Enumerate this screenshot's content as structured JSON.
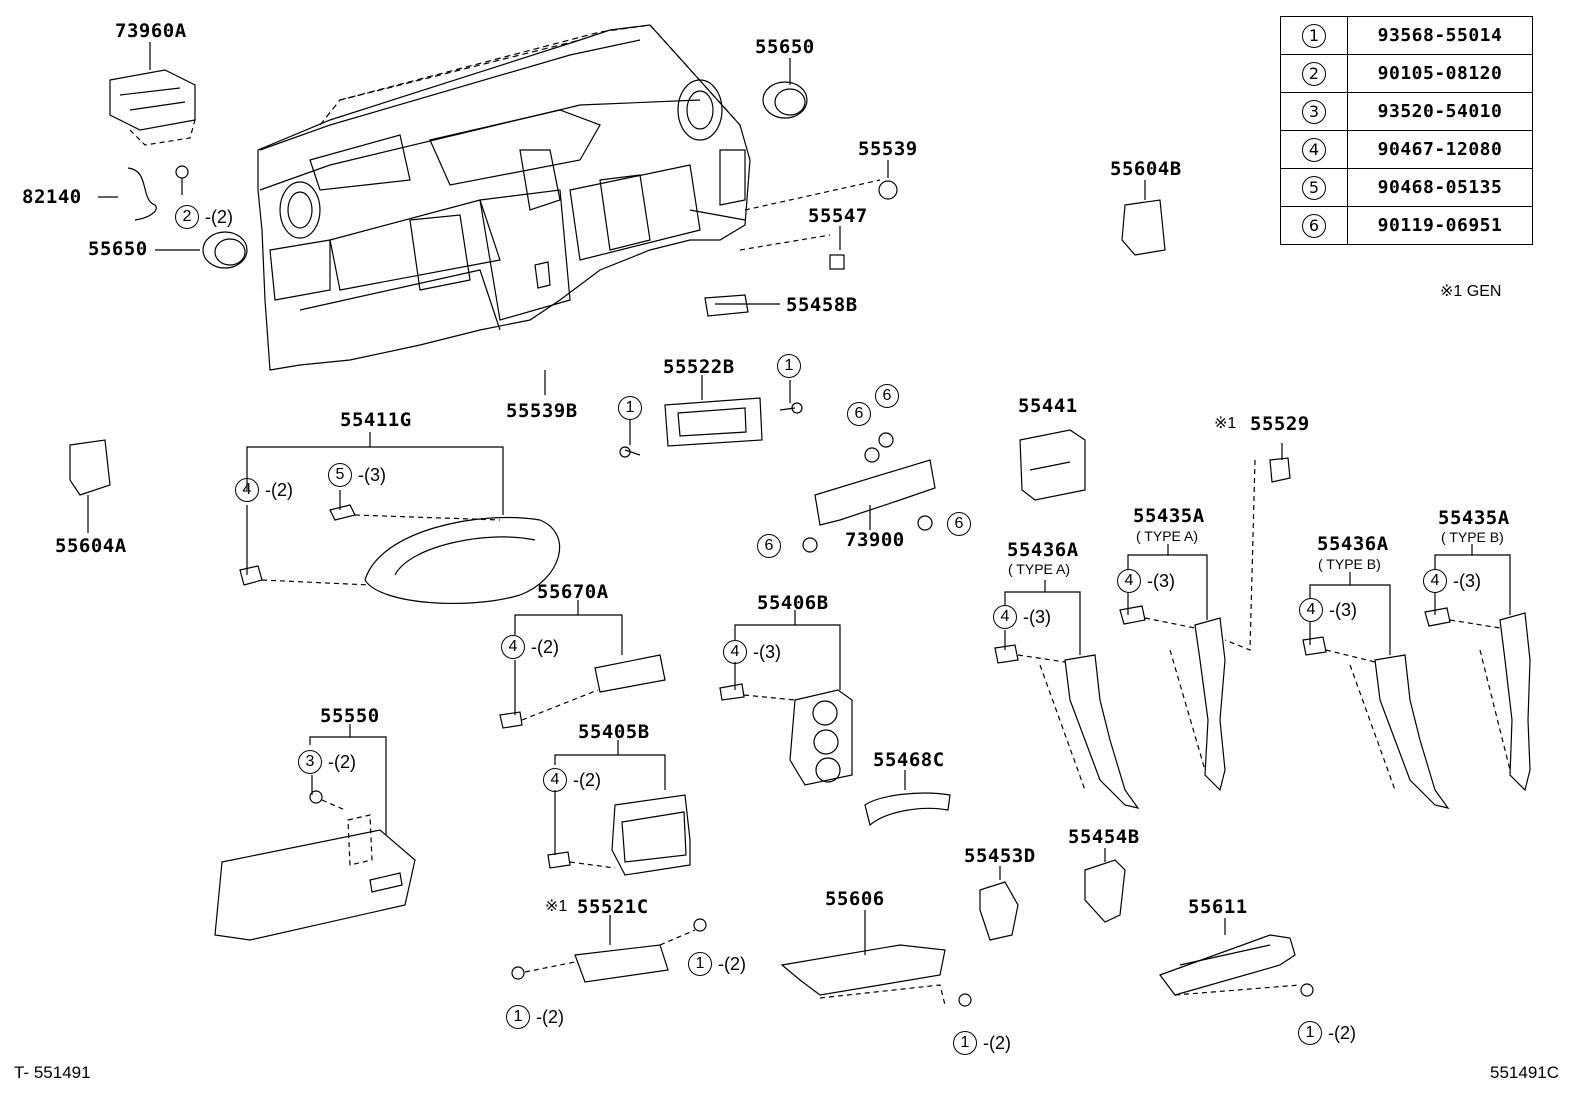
{
  "labels": {
    "p73960A": "73960A",
    "p82140": "82140",
    "p55650a": "55650",
    "p55650b": "55650",
    "p55539": "55539",
    "p55547": "55547",
    "p55458B": "55458B",
    "p55539B": "55539B",
    "p55522B": "55522B",
    "p55604B": "55604B",
    "p55604A": "55604A",
    "p55411G": "55411G",
    "p73900": "73900",
    "p55441": "55441",
    "p55529": "55529",
    "p55670A": "55670A",
    "p55406B": "55406B",
    "p55436A1": "55436A",
    "p55435A1": "55435A",
    "p55436A2": "55436A",
    "p55435A2": "55435A",
    "p55550": "55550",
    "p55405B": "55405B",
    "p55468C": "55468C",
    "p55453D": "55453D",
    "p55454B": "55454B",
    "p55521C": "55521C",
    "p55606": "55606",
    "p55611": "55611"
  },
  "sublabels": {
    "typeA1": "( TYPE A)",
    "typeA2": "( TYPE A)",
    "typeB1": "( TYPE B)",
    "typeB2": "( TYPE B)"
  },
  "marks": {
    "m55529": "※1",
    "m55521C": "※1"
  },
  "callouts": {
    "c1": {
      "num": "2",
      "qty": "-(2)"
    },
    "c2": {
      "num": "1",
      "qty": ""
    },
    "c3": {
      "num": "1",
      "qty": ""
    },
    "c4": {
      "num": "4",
      "qty": "-(2)"
    },
    "c5": {
      "num": "5",
      "qty": "-(3)"
    },
    "c6": {
      "num": "6",
      "qty": ""
    },
    "c7": {
      "num": "6",
      "qty": ""
    },
    "c8": {
      "num": "6",
      "qty": ""
    },
    "c9": {
      "num": "6",
      "qty": ""
    },
    "c10": {
      "num": "4",
      "qty": "-(2)"
    },
    "c11": {
      "num": "4",
      "qty": "-(3)"
    },
    "c12": {
      "num": "4",
      "qty": "-(3)"
    },
    "c13": {
      "num": "4",
      "qty": "-(3)"
    },
    "c14": {
      "num": "4",
      "qty": "-(3)"
    },
    "c15": {
      "num": "4",
      "qty": "-(3)"
    },
    "c16": {
      "num": "3",
      "qty": "-(2)"
    },
    "c17": {
      "num": "4",
      "qty": "-(2)"
    },
    "c18": {
      "num": "1",
      "qty": "-(2)"
    },
    "c19": {
      "num": "1",
      "qty": "-(2)"
    },
    "c20": {
      "num": "1",
      "qty": "-(2)"
    },
    "c21": {
      "num": "1",
      "qty": "-(2)"
    }
  },
  "legend": [
    {
      "num": "1",
      "part": "93568-55014"
    },
    {
      "num": "2",
      "part": "90105-08120"
    },
    {
      "num": "3",
      "part": "93520-54010"
    },
    {
      "num": "4",
      "part": "90467-12080"
    },
    {
      "num": "5",
      "part": "90468-05135"
    },
    {
      "num": "6",
      "part": "90119-06951"
    }
  ],
  "gen_note": "※1   GEN",
  "footer": {
    "left": "T- 551491",
    "right": "551491C"
  }
}
